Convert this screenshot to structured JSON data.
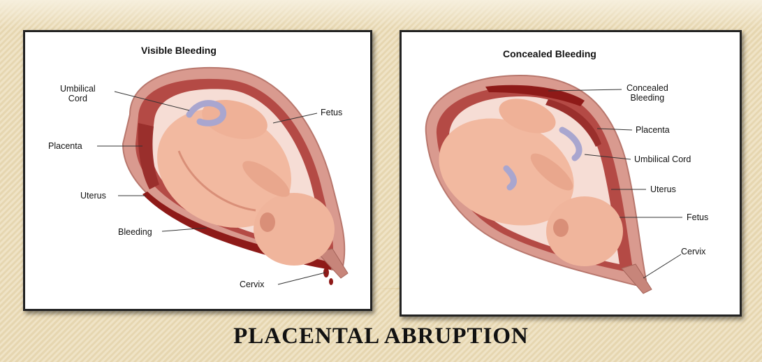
{
  "title": "PLACENTAL ABRUPTION",
  "panels": {
    "visible": {
      "title": "Visible Bleeding",
      "labels": {
        "umbilical_cord": "Umbilical\nCord",
        "fetus": "Fetus",
        "placenta": "Placenta",
        "uterus": "Uterus",
        "bleeding": "Bleeding",
        "cervix": "Cervix"
      }
    },
    "concealed": {
      "title": "Concealed Bleeding",
      "labels": {
        "concealed_bleeding": "Concealed\nBleeding",
        "placenta": "Placenta",
        "umbilical_cord": "Umbilical Cord",
        "uterus": "Uterus",
        "fetus": "Fetus",
        "cervix": "Cervix"
      }
    }
  },
  "colors": {
    "uterus_wall": "#d99a8f",
    "uterus_inner": "#b44a45",
    "amniotic": "#f6ddd5",
    "fetus_skin": "#f2b9a0",
    "fetus_shadow": "#d98f78",
    "blood": "#8e1a18",
    "cord": "#a9a6cf",
    "background": "#efe3c6"
  }
}
